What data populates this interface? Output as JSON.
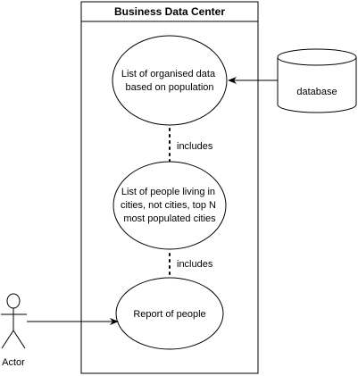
{
  "system": {
    "title": "Business Data Center"
  },
  "use_cases": {
    "organised_data": {
      "lines": [
        "List of organised data",
        "based on population"
      ]
    },
    "people_list": {
      "lines": [
        "List of people living in",
        "cities, not cities, top N",
        "most populated cities"
      ]
    },
    "report": {
      "lines": [
        "Report of people"
      ]
    }
  },
  "database": {
    "label": "database"
  },
  "relations": {
    "includes_upper": "includes",
    "includes_lower": "includes"
  },
  "actor": {
    "label": "Actor"
  },
  "colors": {
    "stroke": "#000000",
    "fill": "#ffffff"
  }
}
